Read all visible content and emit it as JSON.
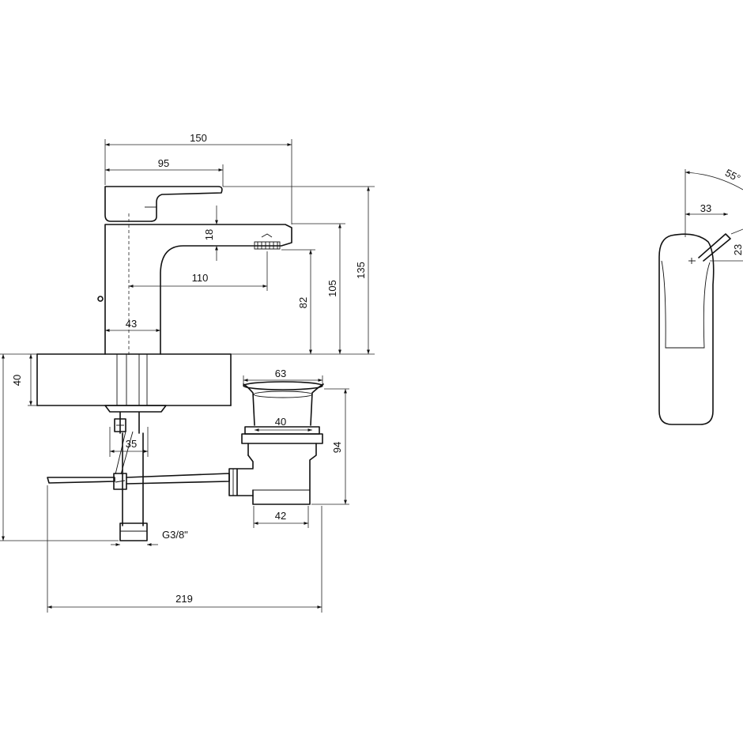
{
  "dimensions": {
    "d150": "150",
    "d95": "95",
    "d18": "18",
    "d110": "110",
    "d82": "82",
    "d105": "105",
    "d135": "135",
    "d43": "43",
    "d40_slab": "40",
    "d63": "63",
    "d40_waste": "40",
    "d94": "94",
    "d42": "42",
    "d35": "35",
    "g38": "G3/8\"",
    "d219": "219",
    "d33": "33",
    "d23": "23",
    "a55": "55°"
  }
}
